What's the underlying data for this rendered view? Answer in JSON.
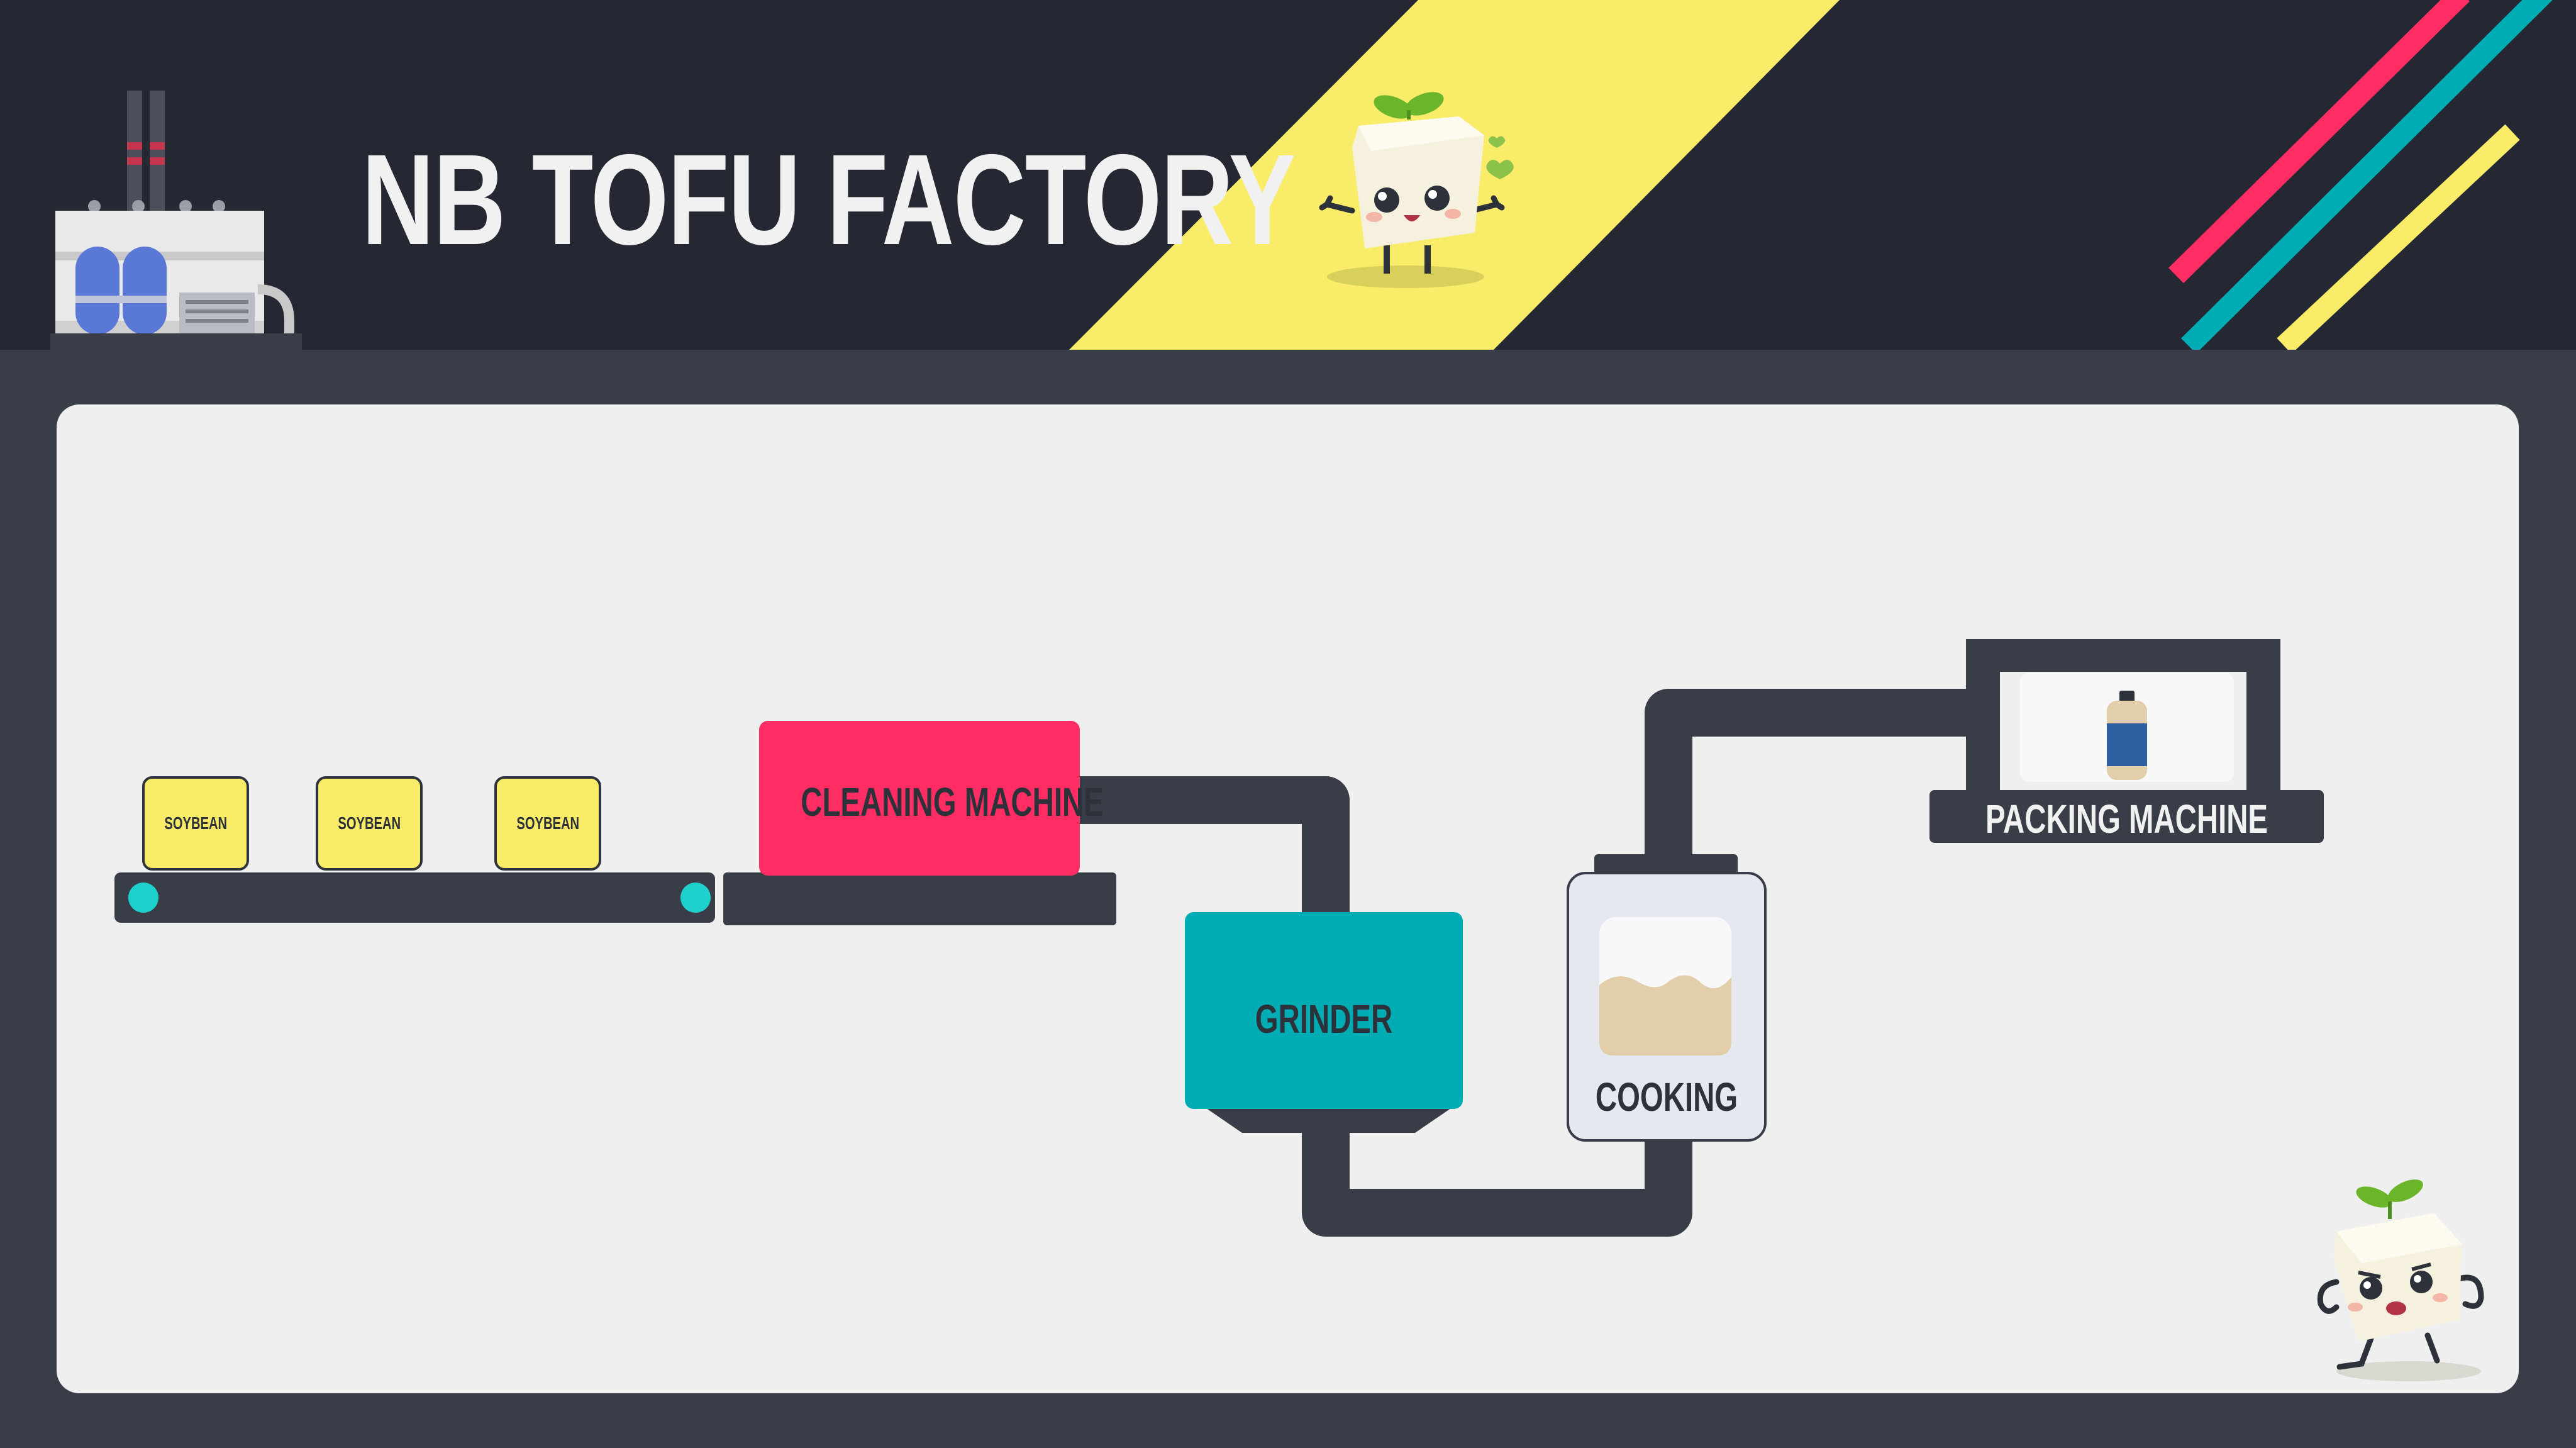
{
  "header": {
    "title": "NB TOFU FACTORY"
  },
  "icons": {
    "factory": "factory-icon",
    "mascot_top": "tofu-mascot-icon",
    "mascot_bottom": "tofu-mascot-running-icon",
    "bottle": "bottle-icon"
  },
  "process": {
    "soybeans": [
      "SOYBEAN",
      "SOYBEAN",
      "SOYBEAN"
    ],
    "cleaning": "CLEANING MACHINE",
    "grinder": "GRINDER",
    "cooking": "COOKING",
    "packing": "PACKING MACHINE"
  },
  "colors": {
    "header_bg": "#252833",
    "page_bg": "#393d47",
    "panel_bg": "#efefef",
    "dark": "#393d47",
    "yellow": "#f8ec68",
    "pink": "#ff2d63",
    "teal": "#00adb5",
    "cooking_fill": "#e2ceaa"
  }
}
